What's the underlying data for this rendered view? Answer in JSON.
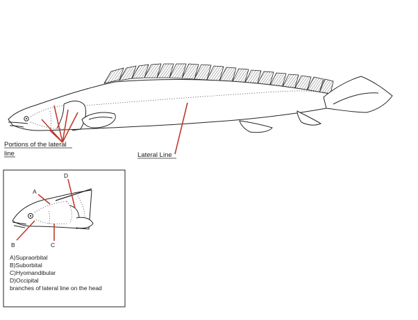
{
  "main_labels": {
    "portions": [
      "Portions of the lateral",
      "line"
    ],
    "lateral_line": "Lateral Line"
  },
  "inset": {
    "letters": {
      "a": "A",
      "b": "B",
      "c": "C",
      "d": "D"
    },
    "legend": [
      "A)Supraorbital",
      "B)Suborbital",
      "C)Hyomandibular",
      "D)Occipital",
      "branches of lateral line on the head"
    ]
  },
  "colors": {
    "pointer": "#c0392b",
    "outline": "#222222"
  }
}
